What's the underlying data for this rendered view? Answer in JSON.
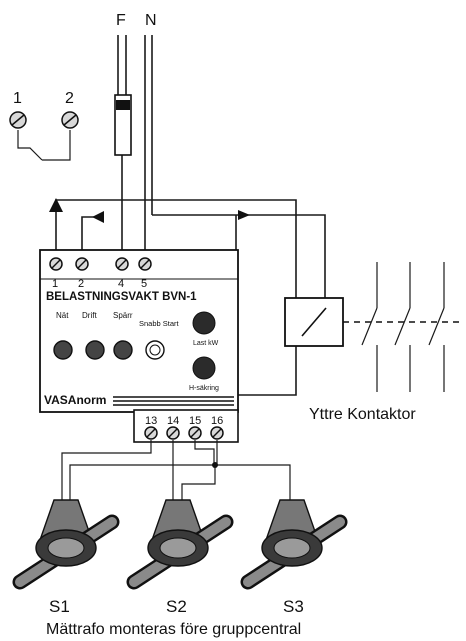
{
  "supply": {
    "phase": "F",
    "neutral": "N"
  },
  "remote_terminals": [
    "1",
    "2"
  ],
  "device": {
    "top_terminals": [
      "1",
      "2",
      "4",
      "5"
    ],
    "title": "BELASTNINGSVAKT BVN-1",
    "indicators": [
      "Nät",
      "Drift",
      "Spärr",
      "Snabb Start"
    ],
    "right_indicators": [
      "Last kW",
      "H-säkring"
    ],
    "brand": "VASAnorm",
    "bottom_terminals": [
      "13",
      "14",
      "15",
      "16"
    ]
  },
  "contactor_label": "Yttre Kontaktor",
  "sensors": [
    "S1",
    "S2",
    "S3"
  ],
  "caption": "Mättrafo monteras före gruppcentral"
}
